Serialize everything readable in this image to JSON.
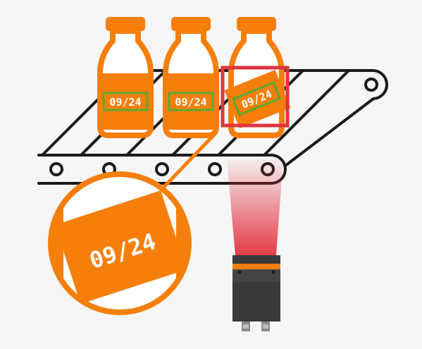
{
  "scene": {
    "bottle_codes": [
      "09/24",
      "09/24",
      "09/24"
    ],
    "zoom_code": "09/24",
    "colors": {
      "background": "#f6f6f6",
      "bottle_orange": "#f57f0a",
      "bottle_fill": "#ffffff",
      "label_ok_border": "#5aa832",
      "inspection_box": "#e0353f",
      "conveyor_line": "#1a1a1a",
      "camera_body": "#3a3a3a",
      "camera_stripe": "#f57f0a",
      "laser_beam": "#e2323f"
    },
    "icons": {
      "camera": "vision-camera-icon",
      "magnifier": "zoom-circle"
    }
  }
}
